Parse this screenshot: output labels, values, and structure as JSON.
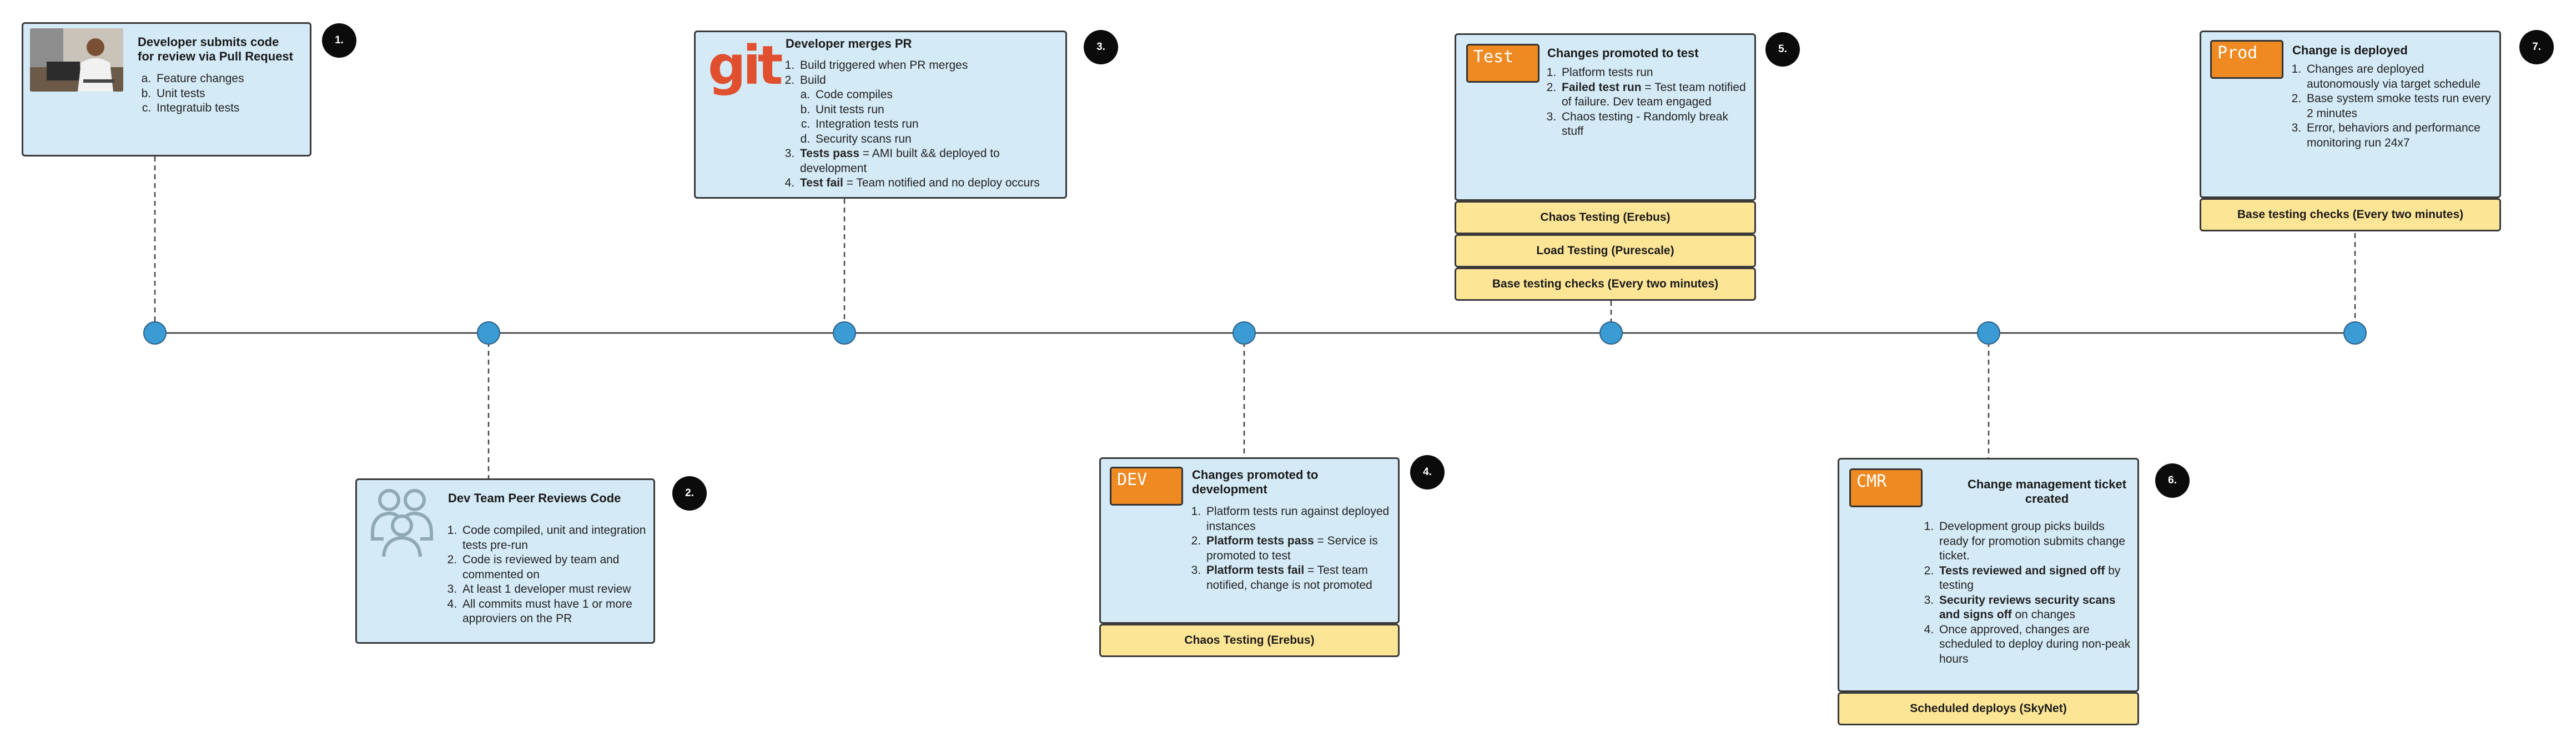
{
  "colors": {
    "card_fill": "#d4eaf6",
    "bar_fill": "#fde596",
    "node_fill": "#3b9bd4",
    "env_tag_fill": "#ef8a22",
    "git_red": "#e0502f",
    "badge_fill": "#0b0b0b"
  },
  "steps": [
    {
      "badge": "1.",
      "title_lines": [
        "Developer submits code",
        "for review via Pull Request"
      ],
      "icon": "developer-photo",
      "alpha_items": [
        "Feature changes",
        "Unit tests",
        "Integratuib tests"
      ]
    },
    {
      "badge": "2.",
      "title": "Dev Team Peer Reviews Code",
      "icon": "people-group-icon",
      "items": [
        "Code compiled, unit and integration tests pre-run",
        "Code is reviewed by team and commented on",
        "At least 1 developer must review",
        "All commits must have 1 or more approviers on the PR"
      ]
    },
    {
      "badge": "3.",
      "title": "Developer merges PR",
      "logo": "git",
      "item1": "Build triggered when PR merges",
      "item2": "Build",
      "sub_items": [
        "Code compiles",
        "Unit tests run",
        "Integration tests run",
        "Security scans run"
      ],
      "item3_bold": "Tests pass",
      "item3_rest": " = AMI built && deployed to development",
      "item4_bold": "Test fail",
      "item4_rest": " = Team notified and no deploy occurs"
    },
    {
      "badge": "4.",
      "env": "DEV",
      "title_lines": [
        "Changes promoted to",
        "development"
      ],
      "item1": "Platform tests run against deployed instances",
      "item2_bold": "Platform tests pass",
      "item2_rest": " = Service is promoted to test",
      "item3_bold": "Platform tests fail",
      "item3_rest": " = Test team notified, change is not promoted",
      "bars": [
        "Chaos Testing (Erebus)"
      ]
    },
    {
      "badge": "5.",
      "env": "Test",
      "title": "Changes promoted to test",
      "item1": "Platform tests run",
      "item2_bold": "Failed test run",
      "item2_rest": " = Test team notified of failure.  Dev team engaged",
      "item3": "Chaos testing - Randomly break stuff",
      "bars": [
        "Chaos Testing (Erebus)",
        "Load Testing (Purescale)",
        "Base testing checks (Every two minutes)"
      ]
    },
    {
      "badge": "6.",
      "env": "CMR",
      "title_lines": [
        "Change management ticket",
        "created"
      ],
      "item1": "Development group picks builds ready for promotion submits change ticket.",
      "item2_bold": "Tests reviewed and signed off",
      "item2_rest": " by testing",
      "item3_bold": "Security reviews security scans and signs off",
      "item3_rest": " on changes",
      "item4": "Once approved, changes are scheduled to deploy during non-peak hours",
      "bars": [
        "Scheduled deploys (SkyNet)"
      ]
    },
    {
      "badge": "7.",
      "env": "Prod",
      "title": "Change is deployed",
      "items": [
        "Changes are deployed autonomously via target schedule",
        "Base system smoke tests run every 2 minutes",
        "Error, behaviors and performance monitoring run 24x7"
      ],
      "bars": [
        "Base testing checks (Every two minutes)"
      ]
    }
  ]
}
